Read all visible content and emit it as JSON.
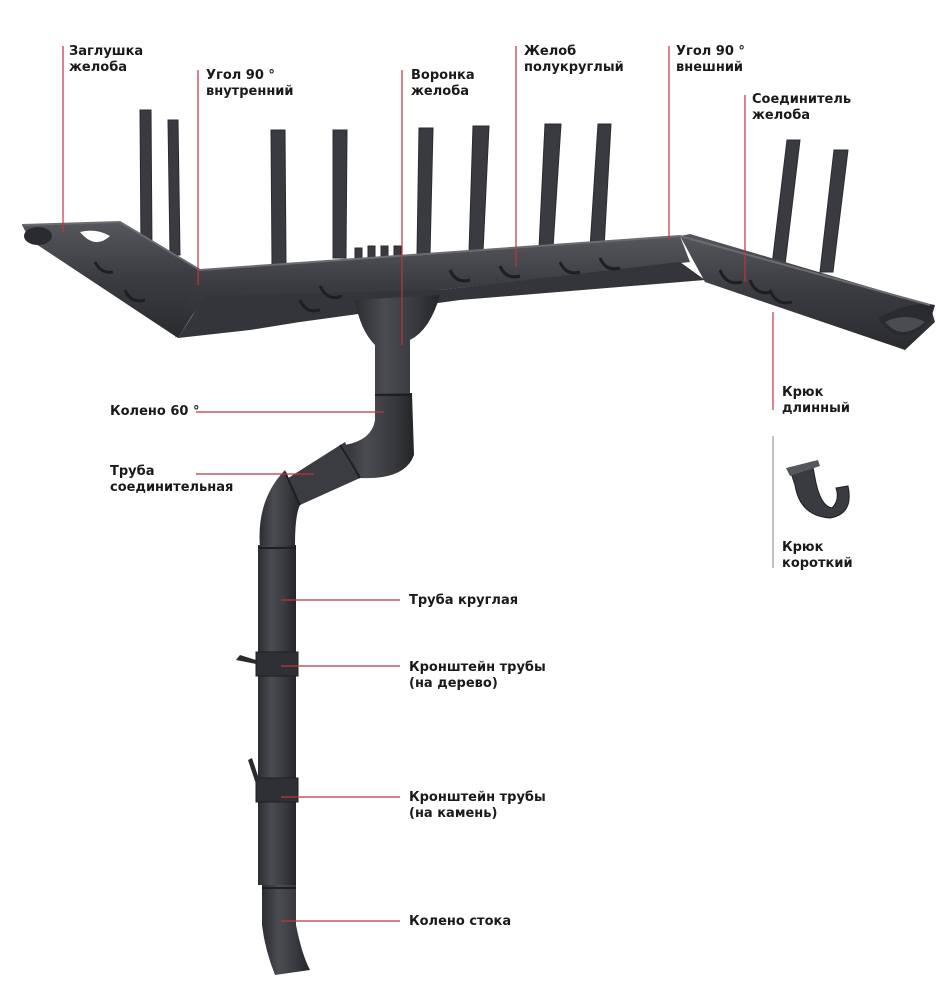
{
  "colors": {
    "metal": "#3a3b40",
    "metal_dark": "#2a2b2f",
    "metal_light": "#55575d",
    "leader": "#c0343f",
    "text": "#1a1a1a",
    "bracket_leader": "#9a9a9a"
  },
  "labels": {
    "gutter_cap": {
      "line1": "Заглушка",
      "line2": "желоба"
    },
    "inner_corner": {
      "line1": "Угол 90 °",
      "line2": "внутренний"
    },
    "gutter_funnel": {
      "line1": "Воронка",
      "line2": "желоба"
    },
    "half_round_gutter": {
      "line1": "Желоб",
      "line2": "полукруглый"
    },
    "outer_corner": {
      "line1": "Угол 90 °",
      "line2": "внешний"
    },
    "gutter_connector": {
      "line1": "Соединитель",
      "line2": "желоба"
    },
    "long_hook": {
      "line1": "Крюк",
      "line2": "длинный"
    },
    "short_hook": {
      "line1": "Крюк",
      "line2": "короткий"
    },
    "elbow_60": {
      "line1": "Колено 60 °"
    },
    "connecting_pipe": {
      "line1": "Труба",
      "line2": "соединительная"
    },
    "round_pipe": {
      "line1": "Труба круглая"
    },
    "pipe_bracket_wood": {
      "line1": "Кронштейн трубы",
      "line2": "(на дерево)"
    },
    "pipe_bracket_stone": {
      "line1": "Кронштейн трубы",
      "line2": "(на камень)"
    },
    "drain_elbow": {
      "line1": "Колено стока"
    }
  }
}
